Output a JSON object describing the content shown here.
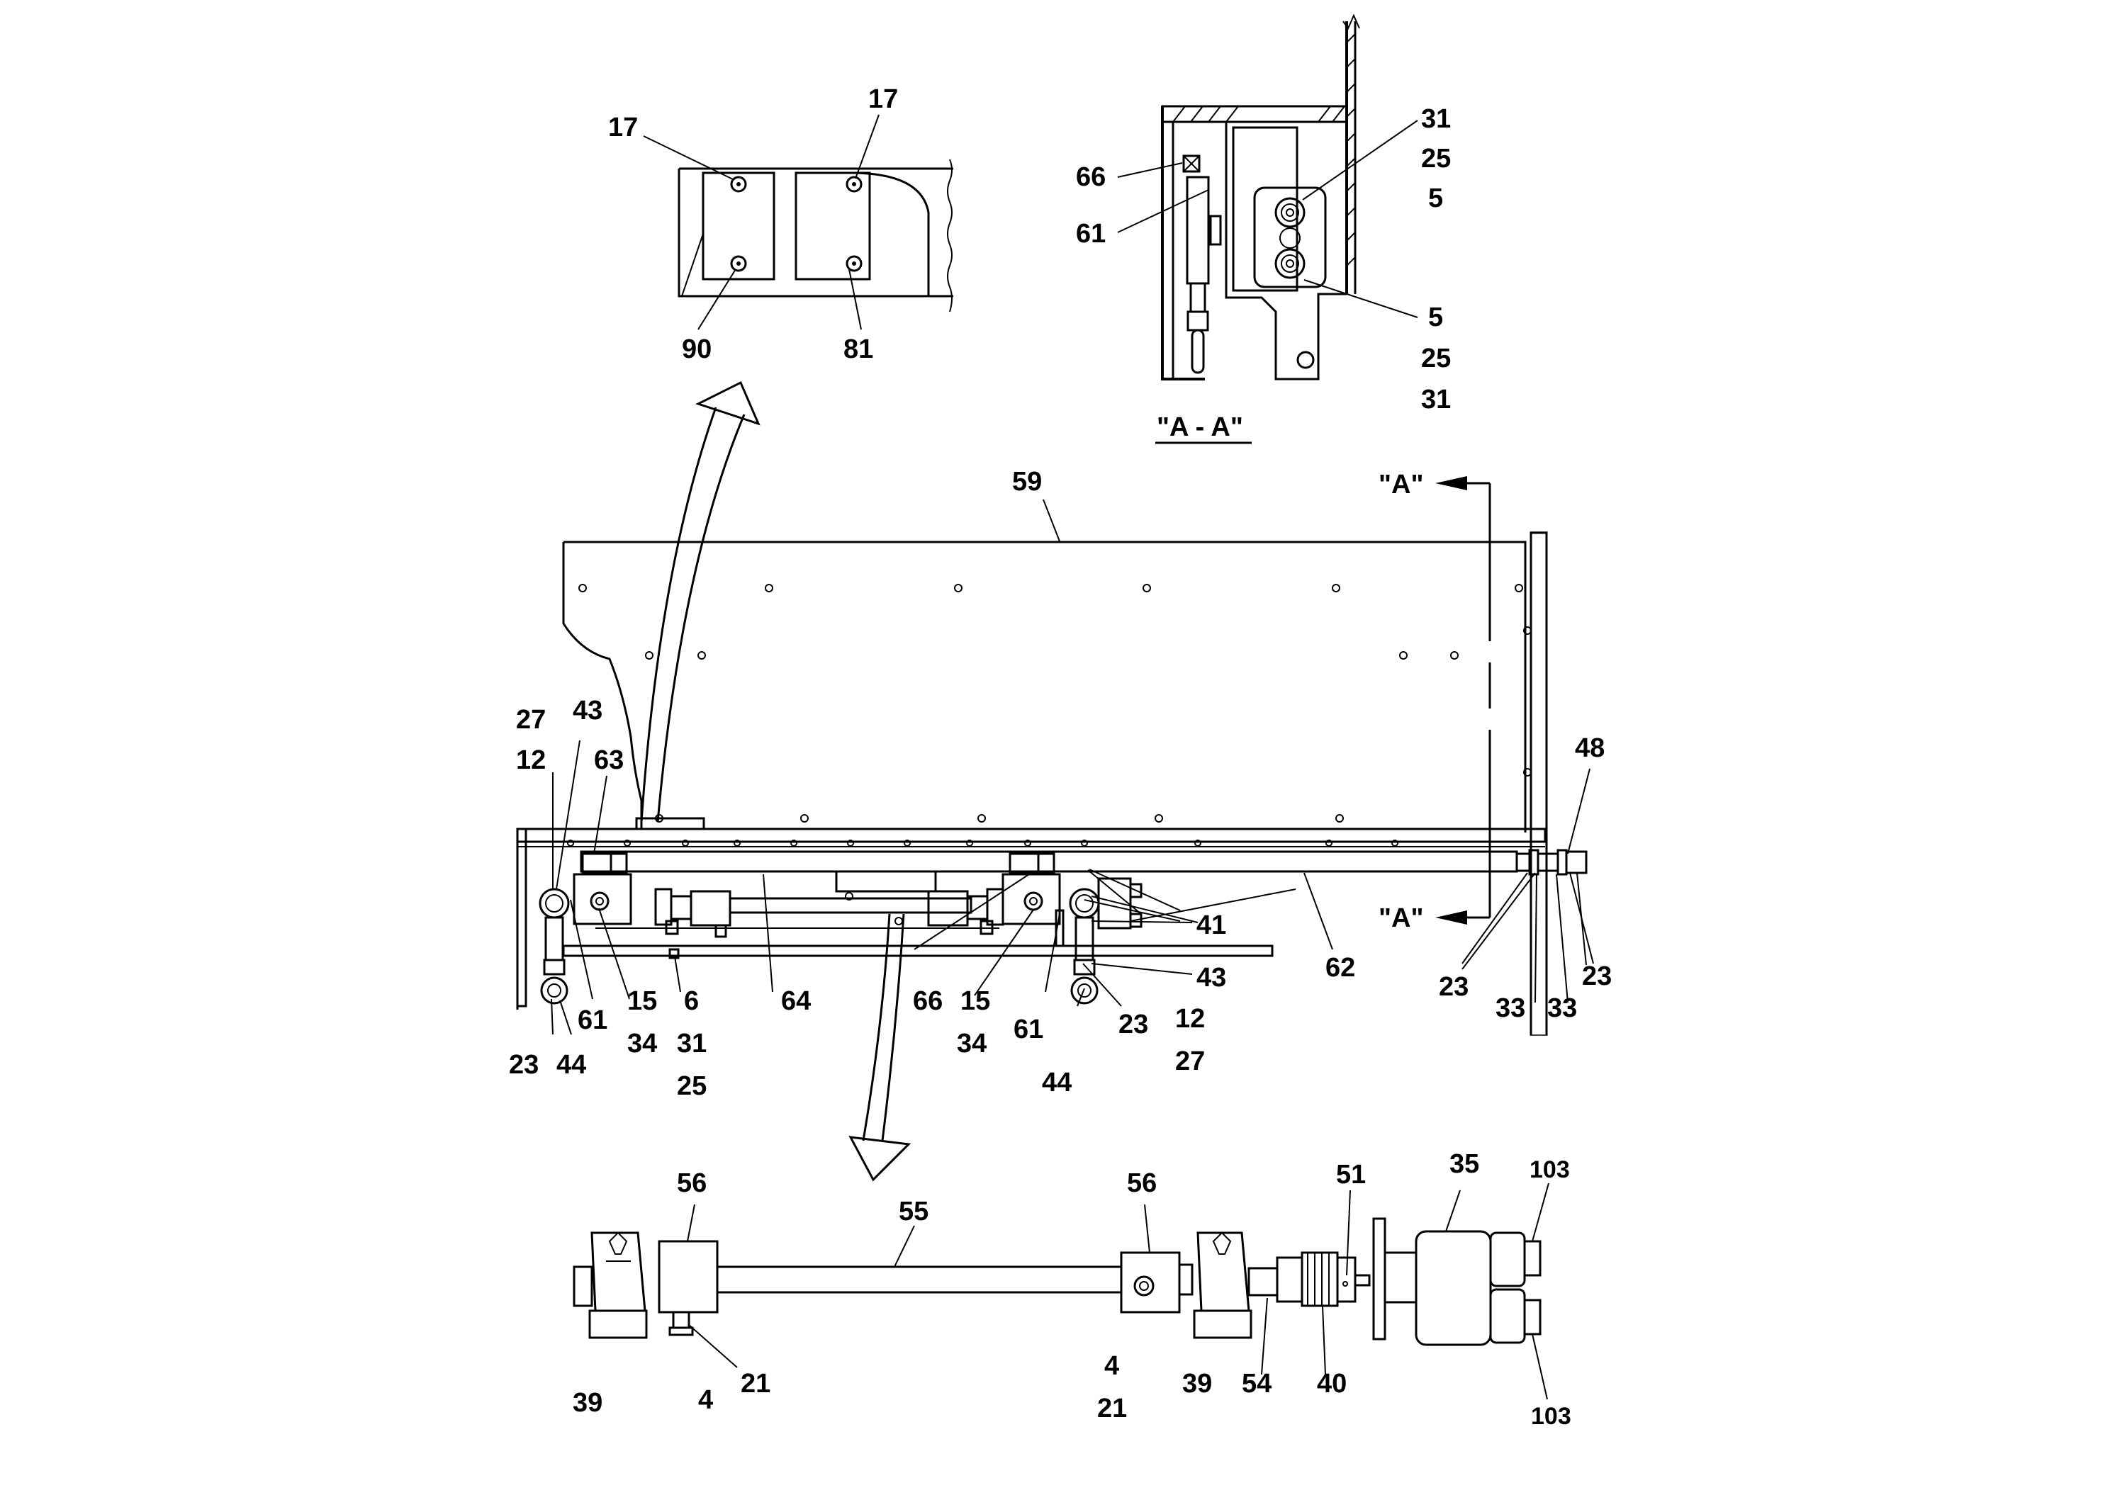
{
  "section_title": "\"A - A\"",
  "section_marker": "\"A\"",
  "detail_top_labels": {
    "top_left_17": "17",
    "top_right_17": "17",
    "bottom_90": "90",
    "bottom_81": "81"
  },
  "section_view_labels": {
    "l66": "66",
    "l61": "61",
    "r31_top": "31",
    "r25_top": "25",
    "r5_top": "5",
    "r5_bot": "5",
    "r25_bot": "25",
    "r31_bot": "31"
  },
  "main_view_labels": {
    "l59": "59",
    "l27_left": "27",
    "l43_left": "43",
    "l12_left": "12",
    "l63": "63",
    "l48": "48",
    "l41": "41",
    "l62": "62",
    "l43_mid": "43",
    "l12_mid": "12",
    "l27_mid": "27",
    "l23_mid": "23",
    "l44_mid": "44",
    "l61_mid": "61",
    "l34_mid": "34",
    "l15_mid": "15",
    "l66_mid": "66",
    "l64": "64",
    "l6": "6",
    "l31": "31",
    "l25": "25",
    "l15_left": "15",
    "l34_left": "34",
    "l61_left": "61",
    "l44_left": "44",
    "l23_left": "23",
    "l23_r1": "23",
    "l33_r1": "33",
    "l33_r2": "33",
    "l23_r2": "23"
  },
  "shaft_view_labels": {
    "l56_left": "56",
    "l55": "55",
    "l56_right": "56",
    "l51": "51",
    "l35": "35",
    "l103_top": "103",
    "l39_left": "39",
    "l4_left": "4",
    "l21_left": "21",
    "l4_right": "4",
    "l21_right": "21",
    "l39_right": "39",
    "l54": "54",
    "l40": "40",
    "l103_bot": "103"
  }
}
